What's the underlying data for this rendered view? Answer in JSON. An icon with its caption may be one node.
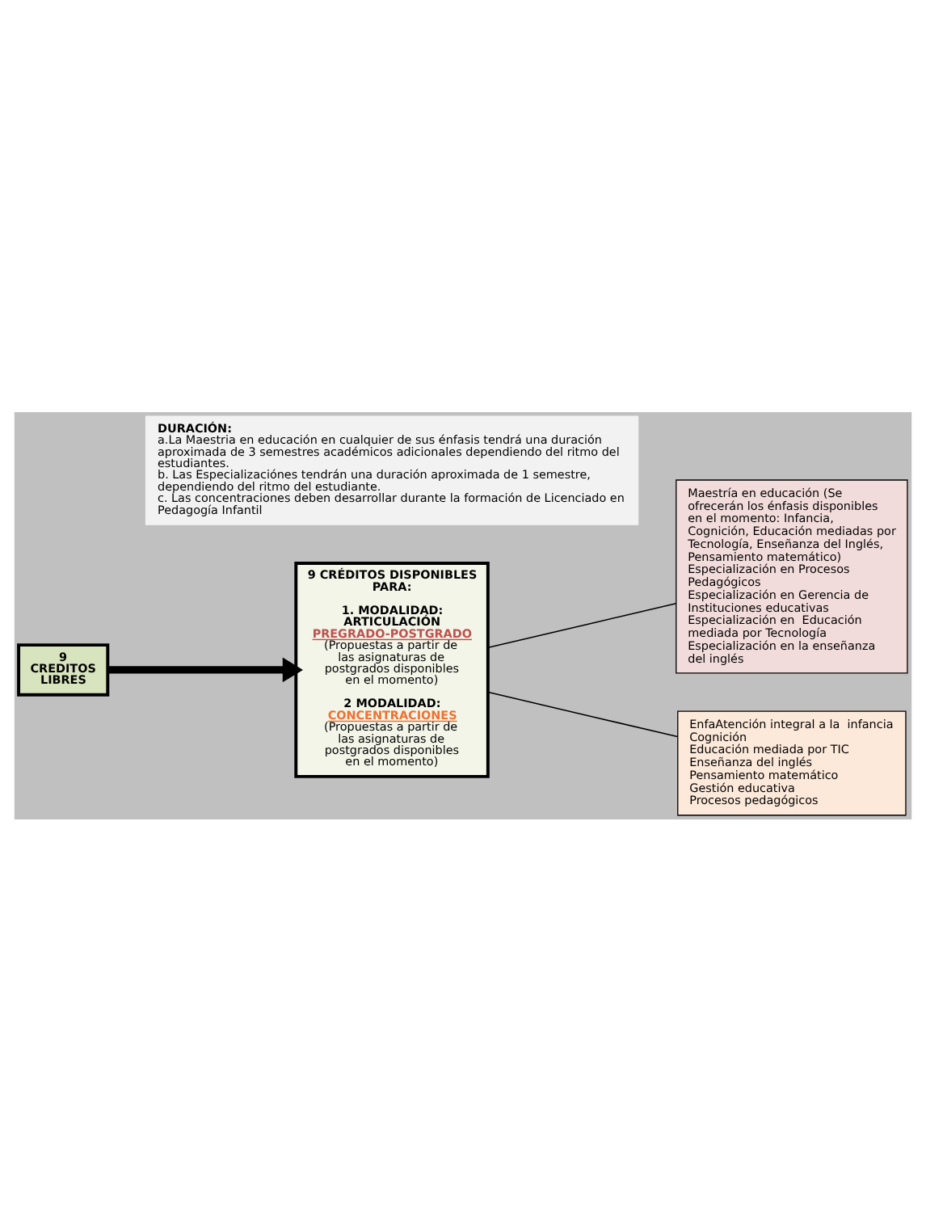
{
  "diagram": {
    "nodes": [
      {
        "text": [
          "9 CREDITOS LIBRES"
        ]
      },
      {
        "text": [
          "9 CRÉDITOS DISPONIBLES PARA:",
          "1. MODALIDAD: ARTICULACIÓN",
          "PREGRADO-POSTGRADO",
          "(Propuestas a partir de las asignaturas de postgrados disponibles en el momento)",
          "2 MODALIDAD:",
          "CONCENTRACIONES",
          "(Propuestas a partir de las asignaturas de postgrados disponibles en el momento)"
        ]
      },
      {
        "text": [
          "Maestría en educación (Se ofrecerán los énfasis disponibles en el momento: Infancia, Cognición, Educación mediadas por Tecnología, Enseñanza del Inglés, Pensamiento matemático)",
          "Especialización en Procesos Pedagógicos",
          "Especialización en Gerencia de Instituciones educativas",
          "Especialización en  Educación mediada por Tecnología",
          "Especialización en la enseñanza del inglés"
        ]
      },
      {
        "text": [
          "EnfaAtención integral a la  infancia",
          "Cognición",
          "Educación mediada por TIC",
          "Enseñanza del inglés",
          "Pensamiento matemático",
          "Gestión educativa",
          "Procesos pedagógicos"
        ]
      },
      {
        "text": [
          "DURACIÓN:",
          "a.La Maestria en educación en cualquier de sus énfasis tendrá una duración aproximada de 3 semestres académicos adicionales dependiendo del ritmo del estudiantes.",
          "b. Las Especializaciónes tendrán una duración aproximada de 1 semestre, dependiendo del ritmo del estudiante.",
          "c. Las concentraciones deben desarrollar durante la formación de Licenciado en Pedagogía Infantil"
        ]
      }
    ],
    "edges": [
      {
        "from": 0,
        "to": 1,
        "arrow": "to",
        "style": "thick"
      },
      {
        "from": 1,
        "to": 2,
        "arrow": "none"
      },
      {
        "from": 1,
        "to": 3,
        "arrow": "none"
      }
    ]
  }
}
